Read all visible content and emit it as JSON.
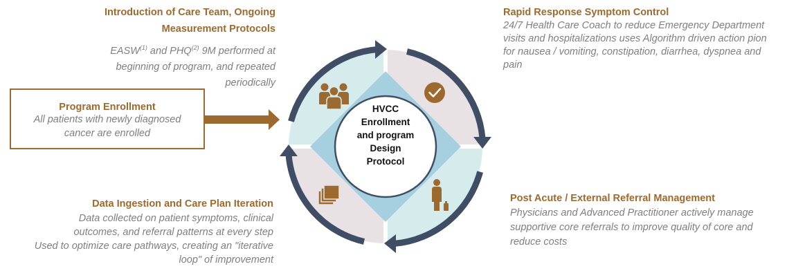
{
  "top_left": {
    "title_line1": "Introduction of Care Team, Ongoing",
    "title_line2": "Measurement Protocols",
    "body_line1_pre": "EASW",
    "body_line1_sup1": "(1)",
    "body_line1_mid": " and PHQ",
    "body_line1_sup2": "(2)",
    "body_line1_post": " 9M performed at",
    "body_line2": "beginning of program, and repeated",
    "body_line3": "periodically"
  },
  "enrollment": {
    "title": "Program Enrollment",
    "line1": "All patients with newly diagnosed",
    "line2": "cancer are enrolled"
  },
  "top_right": {
    "title": "Rapid Response Symptom Control",
    "line1": "24/7 Health Care Coach to reduce Emergency Department",
    "line2": "visits and hospitalizations uses Algorithm driven action pion",
    "line3": "for nausea / vomiting, constipation, diarrhea, dyspnea and",
    "line4": "pain"
  },
  "bottom_left": {
    "title": "Data Ingestion and Care Plan Iteration",
    "line1": "Data collected on patient symptoms, clinical",
    "line2": "outcomes, and referral patterns at every step",
    "line3": "Used to optimize care pathways, creating an \"iterative",
    "line4": "loop\" of improvement"
  },
  "bottom_right": {
    "title": "Post Acute / External Referral  Management",
    "line1": "Physicians and Advanced Practitioner actively manage",
    "line2": "supportive core referrals to improve quality of core and",
    "line3": "reduce costs"
  },
  "center": {
    "line1": "HVCC",
    "line2": "Enrollment",
    "line3": "and program",
    "line4": "Design",
    "line5": "Protocol"
  },
  "icons": {
    "top_left_quadrant": "people-group-icon",
    "top_right_quadrant": "checkmark-circle-icon",
    "bottom_left_quadrant": "stacked-documents-icon",
    "bottom_right_quadrant": "person-with-luggage-icon"
  },
  "colors": {
    "accent_brown": "#9c6a2e",
    "arrow_navy": "#3f4e65",
    "teal_quadrant": "#d5ebec",
    "gray_quadrant": "#e8e2e5",
    "diamond_blue": "#a6cfe0",
    "text_gray": "#7f7f7f"
  }
}
